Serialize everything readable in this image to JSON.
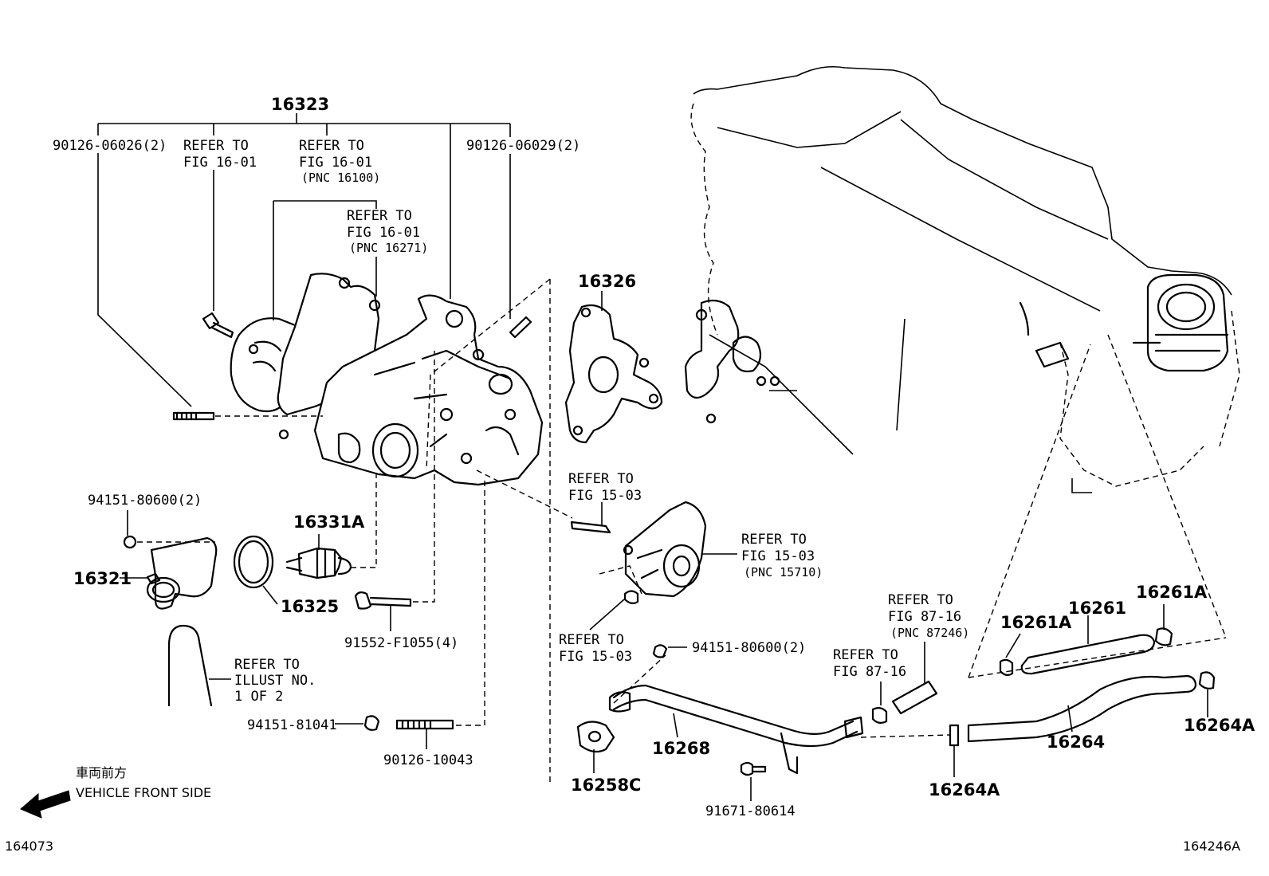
{
  "labels": {
    "p16323": "16323",
    "p90126_06026": "90126-06026(2)",
    "refer_a1": "REFER TO",
    "refer_a2": "FIG 16-01",
    "refer_b1": "REFER TO",
    "refer_b2": "FIG 16-01",
    "refer_b3": "(PNC 16100)",
    "refer_c1": "REFER TO",
    "refer_c2": "FIG 16-01",
    "refer_c3": "(PNC 16271)",
    "p90126_06029": "90126-06029(2)",
    "p16326": "16326",
    "p94151_80600_a": "94151-80600(2)",
    "p16331A": "16331A",
    "p16321": "16321",
    "p16325": "16325",
    "p91552": "91552-F1055(4)",
    "refer_d1": "REFER TO",
    "refer_d2": "FIG 15-03",
    "refer_e1": "REFER TO",
    "refer_e2": "FIG 15-03",
    "refer_e3": "(PNC 15710)",
    "refer_f1": "REFER TO",
    "refer_f2": "FIG 15-03",
    "p94151_80600_b": "94151-80600(2)",
    "refer_g1": "REFER TO",
    "refer_g2": "ILLUST NO.",
    "refer_g3": "1 OF 2",
    "p94151_81041": "94151-81041",
    "p90126_10043": "90126-10043",
    "p16268": "16268",
    "p16258C": "16258C",
    "p91671": "91671-80614",
    "refer_h1": "REFER TO",
    "refer_h2": "FIG 87-16",
    "refer_h3": "(PNC 87246)",
    "refer_i1": "REFER TO",
    "refer_i2": "FIG 87-16",
    "p16261A_a": "16261A",
    "p16261": "16261",
    "p16261A_b": "16261A",
    "p16264": "16264",
    "p16264A_a": "16264A",
    "p16264A_b": "16264A"
  },
  "footer": {
    "front_jp": "車両前方",
    "front_en": "VEHICLE FRONT SIDE",
    "id_left": "164073",
    "id_right": "164246A"
  },
  "icons": {
    "arrow": "vehicle-front-arrow-icon"
  }
}
